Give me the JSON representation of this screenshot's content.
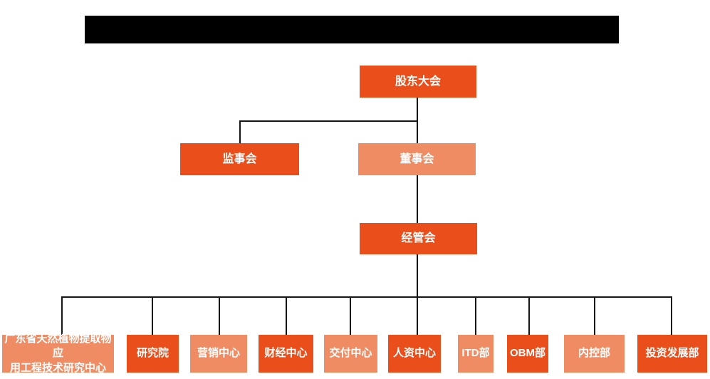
{
  "colors": {
    "primary": "#E94E1B",
    "secondary": "#EF8C64",
    "line": "#151515",
    "text": "#ffffff",
    "redacted": "#000000"
  },
  "redacted_title_bar": {
    "description": "blacked-out rectangle covering the chart title",
    "color": "#000000"
  },
  "nodes": {
    "shareholders": {
      "label": "股东大会"
    },
    "supervisory": {
      "label": "监事会"
    },
    "board": {
      "label": "董事会"
    },
    "management": {
      "label": "经管会"
    }
  },
  "departments": [
    {
      "label": "广东省天然植物提取物应\n用工程技术研究中心"
    },
    {
      "label": "研究院"
    },
    {
      "label": "营销中心"
    },
    {
      "label": "财经中心"
    },
    {
      "label": "交付中心"
    },
    {
      "label": "人资中心"
    },
    {
      "label": "ITD部"
    },
    {
      "label": "OBM部"
    },
    {
      "label": "内控部"
    },
    {
      "label": "投资发展部"
    }
  ],
  "chart_data": {
    "type": "org-chart",
    "root": "股东大会",
    "edges": [
      [
        "股东大会",
        "监事会"
      ],
      [
        "股东大会",
        "董事会"
      ],
      [
        "董事会",
        "经管会"
      ],
      [
        "经管会",
        "广东省天然植物提取物应用工程技术研究中心"
      ],
      [
        "经管会",
        "研究院"
      ],
      [
        "经管会",
        "营销中心"
      ],
      [
        "经管会",
        "财经中心"
      ],
      [
        "经管会",
        "交付中心"
      ],
      [
        "经管会",
        "人资中心"
      ],
      [
        "经管会",
        "ITD部"
      ],
      [
        "经管会",
        "OBM部"
      ],
      [
        "经管会",
        "内控部"
      ],
      [
        "经管会",
        "投资发展部"
      ]
    ],
    "node_fill_pattern": "alternating dark #E94E1B and light #EF8C64; 董事会 is light, 监事会/股东大会/经管会 dark"
  }
}
